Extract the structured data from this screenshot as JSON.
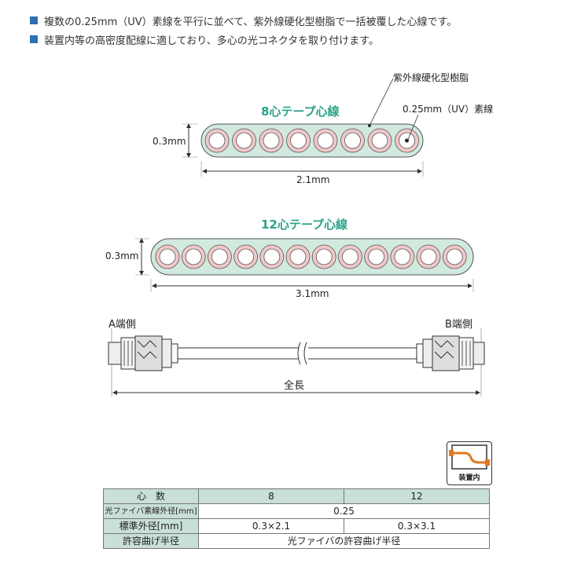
{
  "bullets": [
    "複数の0.25mm（UV）素線を平行に並べて、紫外線硬化型樹脂で一括被覆した心線です。",
    "装置内等の高密度配線に適しており、多心の光コネクタを取り付けます。"
  ],
  "diagram8": {
    "title": "8心テープ心線",
    "resin_label": "紫外線硬化型樹脂",
    "fiber_label": "0.25mm（UV）素線",
    "thickness": "0.3mm",
    "width": "2.1mm"
  },
  "diagram12": {
    "title": "12心テープ心線",
    "thickness": "0.3mm",
    "width": "3.1mm"
  },
  "cable": {
    "end_a": "A端側",
    "end_b": "B端側",
    "length": "全長"
  },
  "badge": {
    "label": "装置内",
    "accent": "#e07a20"
  },
  "colors": {
    "title": "#2aa389",
    "tape_fill": "#d2e9df",
    "fiber_ring": "#f0c8c8",
    "table_header": "#c9dfd9",
    "bullet": "#2f6fb4"
  },
  "table": {
    "header": {
      "label": "心　数",
      "col8": "8",
      "col12": "12"
    },
    "rows": [
      {
        "label": "光ファイバ素線外径[mm]",
        "value": "0.25"
      },
      {
        "label": "標準外径[mm]",
        "col8": "0.3×2.1",
        "col12": "0.3×3.1"
      },
      {
        "label": "許容曲げ半径",
        "value": "光ファイバの許容曲げ半径"
      }
    ]
  }
}
